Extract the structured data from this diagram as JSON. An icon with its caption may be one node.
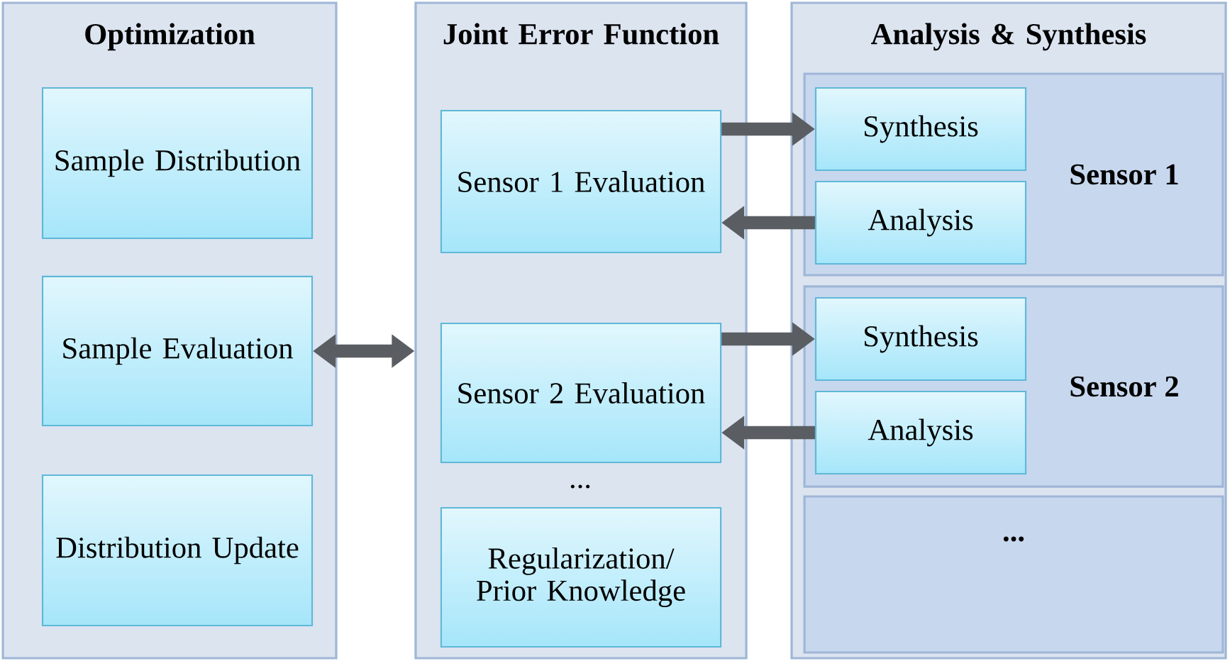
{
  "diagram": {
    "nodes": [
      {
        "text": [
          "Optimization"
        ]
      },
      {
        "text": [
          "Sample Distribution"
        ],
        "in": 0
      },
      {
        "text": [
          "Sample Evaluation"
        ],
        "in": 0
      },
      {
        "text": [
          "Distribution Update"
        ],
        "in": 0
      },
      {
        "text": [
          "Joint Error Function"
        ]
      },
      {
        "text": [
          "Sensor 1 Evaluation"
        ],
        "in": 4
      },
      {
        "text": [
          "Sensor 2 Evaluation"
        ],
        "in": 4
      },
      {
        "text": [
          "Regularization/ Prior Knowledge"
        ],
        "in": 4
      },
      {
        "text": [
          "Analysis & Synthesis"
        ]
      },
      {
        "text": [
          "Sensor 1"
        ],
        "in": 8
      },
      {
        "text": [
          "Synthesis"
        ],
        "in": 9
      },
      {
        "text": [
          "Analysis"
        ],
        "in": 9
      },
      {
        "text": [
          "Sensor 2"
        ],
        "in": 8
      },
      {
        "text": [
          "Synthesis"
        ],
        "in": 12
      },
      {
        "text": [
          "Analysis"
        ],
        "in": 12
      },
      {
        "text": [
          "..."
        ],
        "in": 8
      }
    ],
    "edges": [
      {
        "from": 2,
        "to": 4,
        "arrow": "both"
      },
      {
        "from": 5,
        "to": 10,
        "arrow": "to"
      },
      {
        "from": 11,
        "to": 5,
        "arrow": "to"
      },
      {
        "from": 6,
        "to": 13,
        "arrow": "to"
      },
      {
        "from": 14,
        "to": 6,
        "arrow": "to"
      }
    ],
    "labels": [
      "..."
    ]
  }
}
